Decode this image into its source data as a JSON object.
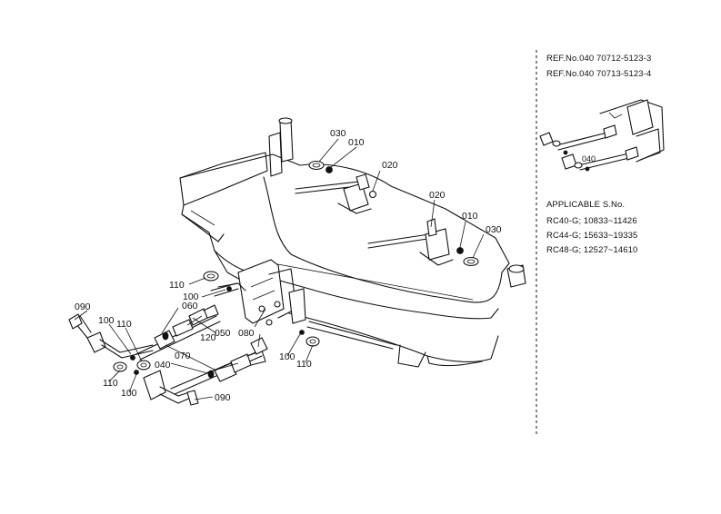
{
  "diagram": {
    "part_labels": [
      {
        "id": "030a",
        "text": "030"
      },
      {
        "id": "010a",
        "text": "010"
      },
      {
        "id": "020a",
        "text": "020"
      },
      {
        "id": "020b",
        "text": "020"
      },
      {
        "id": "010b",
        "text": "010"
      },
      {
        "id": "030b",
        "text": "030"
      },
      {
        "id": "110a",
        "text": "110"
      },
      {
        "id": "100a",
        "text": "100"
      },
      {
        "id": "090a",
        "text": "090"
      },
      {
        "id": "100b",
        "text": "100"
      },
      {
        "id": "110b",
        "text": "110"
      },
      {
        "id": "060",
        "text": "060"
      },
      {
        "id": "050",
        "text": "050"
      },
      {
        "id": "120",
        "text": "120"
      },
      {
        "id": "080",
        "text": "080"
      },
      {
        "id": "070",
        "text": "070"
      },
      {
        "id": "040",
        "text": "040"
      },
      {
        "id": "110c",
        "text": "110"
      },
      {
        "id": "100c",
        "text": "100"
      },
      {
        "id": "090b",
        "text": "090"
      },
      {
        "id": "100d",
        "text": "100"
      },
      {
        "id": "110d",
        "text": "110"
      }
    ]
  },
  "side_panel": {
    "ref_lines": [
      "REF.No.040  70712-5123-3",
      "REF.No.040  70713-5123-4"
    ],
    "inset_label": "040",
    "applicable_title": "APPLICABLE S.No.",
    "applicable_rows": [
      "RC40-G; 10833~11426",
      "RC44-G; 15633~19335",
      "RC48-G; 12527~14610"
    ]
  }
}
